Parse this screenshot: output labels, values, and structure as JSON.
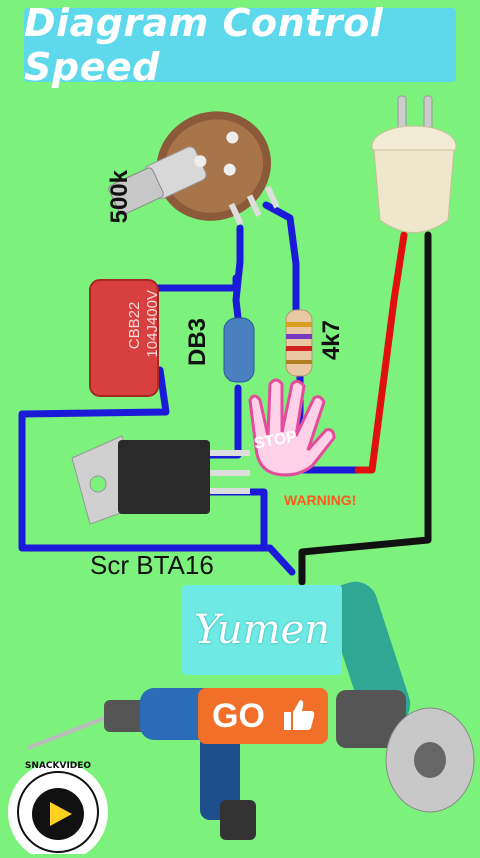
{
  "title": "Diagram Control Speed",
  "labels": {
    "pot": "500k",
    "capacitor_body": "CBB22\n104J400V",
    "diac": "DB3",
    "resistor": "4k7",
    "triac": "Scr BTA16",
    "warning": "WARNING!",
    "stop": "STOP"
  },
  "overlay": {
    "brand": "Yumen",
    "go_button": "GO",
    "watermark": "SNACKVIDEO"
  },
  "colors": {
    "background": "#7cf27c",
    "banner": "#5ed9ec",
    "wire_blue": "#1a1ad8",
    "wire_red": "#e01010",
    "wire_black": "#111111",
    "go_button": "#f26f2a"
  }
}
